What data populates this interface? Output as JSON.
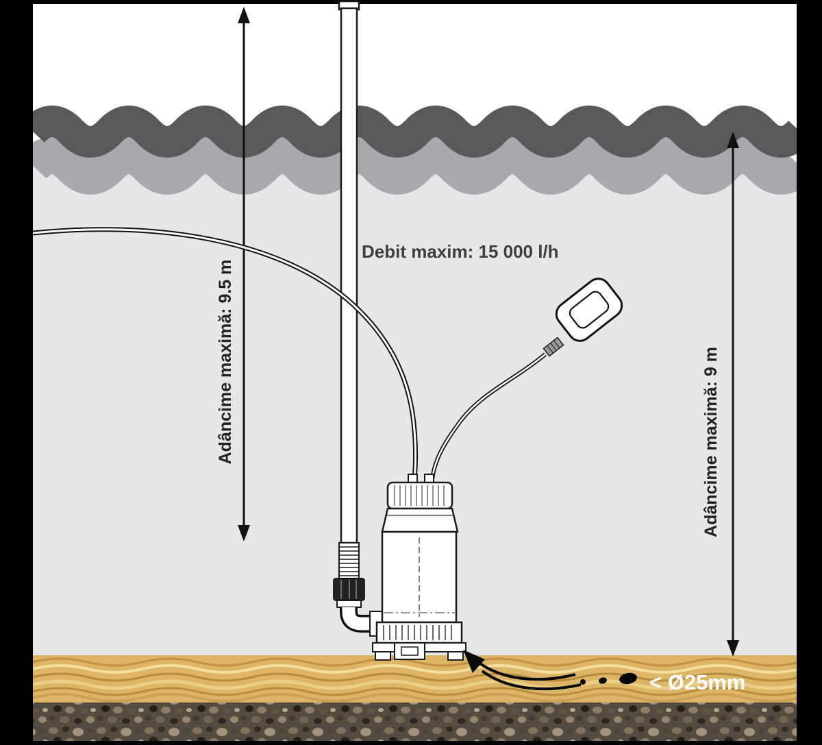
{
  "diagram": {
    "type": "submersible-pump-installation-diagram",
    "labels": {
      "max_depth_left": "Adâncime maximă: 9.5 m",
      "max_flow": "Debit maxim: 15 000 l/h",
      "max_depth_right": "Adâncime maximă: 9 m",
      "particle_size": "< Ø25mm"
    },
    "colors": {
      "frame": "#000000",
      "wave_dark": "#58595b",
      "wave_mid": "#a7a9ac",
      "water": "#e6e7e8",
      "sand": "#dcb567",
      "sand_streak_dark": "#b88a3c",
      "sand_streak_light": "#f2dd9c",
      "gravel_base": "#554c41",
      "ink": "#1a1a1a",
      "text_dark": "#232122",
      "text_flow": "#3d3d3f",
      "text_light": "#ffffff"
    }
  }
}
